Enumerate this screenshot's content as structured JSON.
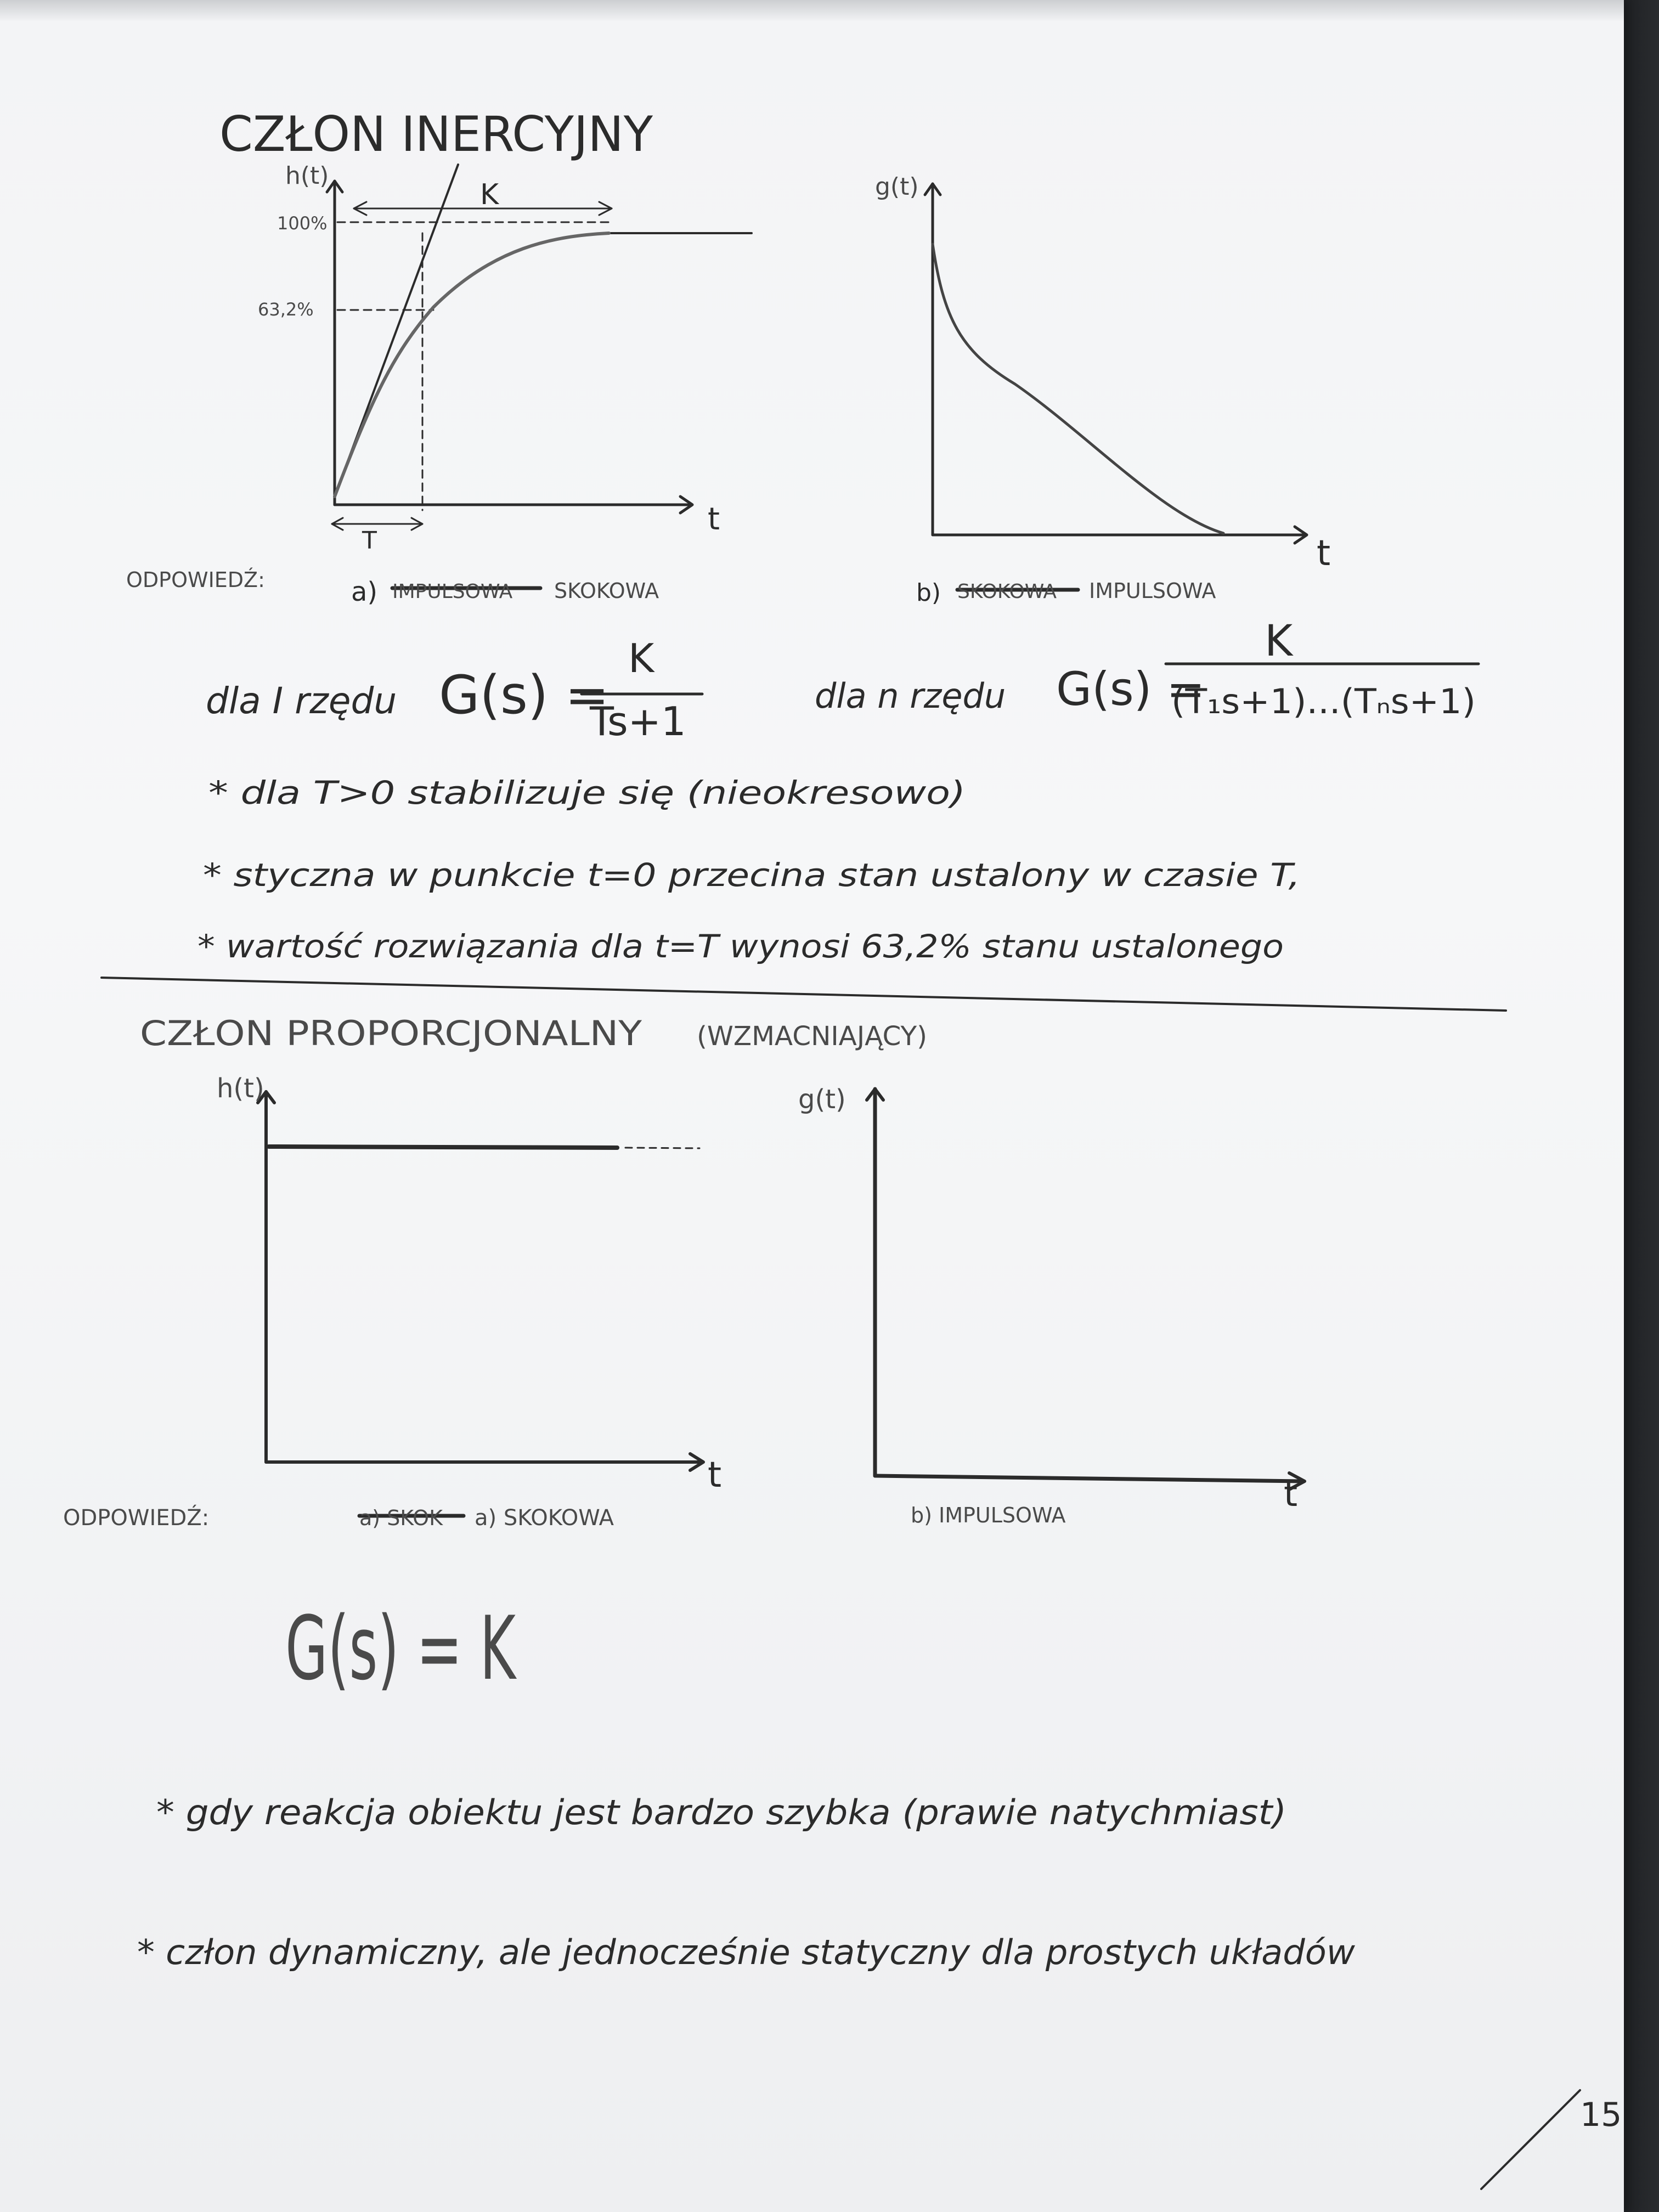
{
  "section1": {
    "title": "CZŁON INERCYJNY",
    "graph_step": {
      "y_label": "h(t)",
      "tick_100": "100%",
      "tick_632": "63,2%",
      "gain_label": "K",
      "x_label": "t",
      "time_const_label": "T"
    },
    "graph_impulse": {
      "y_label": "g(t)",
      "x_label": "t"
    },
    "answer_label": "ODPOWIEDŹ:",
    "answer_a_prefix": "a)",
    "answer_a_struck": "IMPULSOWA",
    "answer_a": "SKOKOWA",
    "answer_b_prefix": "b)",
    "answer_b_struck": "SKOKOWA",
    "answer_b": "IMPULSOWA",
    "formula1_prefix": "dla I rzędu",
    "formula1_lhs": "G(s) =",
    "formula1_num": "K",
    "formula1_den": "Ts+1",
    "formula2_prefix": "dla n rzędu",
    "formula2_lhs": "G(s) =",
    "formula2_num": "K",
    "formula2_den": "(T₁s+1)...(Tₙs+1)",
    "notes": [
      "* dla T>0 stabilizuje się (nieokresowo)",
      "* styczna w punkcie t=0 przecina stan ustalony w czasie T,",
      "* wartość rozwiązania dla t=T wynosi 63,2% stanu ustalonego"
    ]
  },
  "section2": {
    "title": "CZŁON PROPORCJONALNY",
    "subtitle": "(WZMACNIAJĄCY)",
    "graph_step": {
      "y_label": "h(t)",
      "x_label": "t"
    },
    "graph_impulse": {
      "y_label": "g(t)",
      "x_label": "t"
    },
    "answer_label": "ODPOWIEDŹ:",
    "answer_a_struck": "a) SKOK",
    "answer_a": "a) SKOKOWA",
    "answer_b": "b) IMPULSOWA",
    "formula": "G(s) = K",
    "notes": [
      "* gdy reakcja obiektu jest bardzo szybka (prawie natychmiast)",
      "* człon dynamiczny, ale jednocześnie statyczny dla prostych układów"
    ]
  },
  "page_number": "15"
}
